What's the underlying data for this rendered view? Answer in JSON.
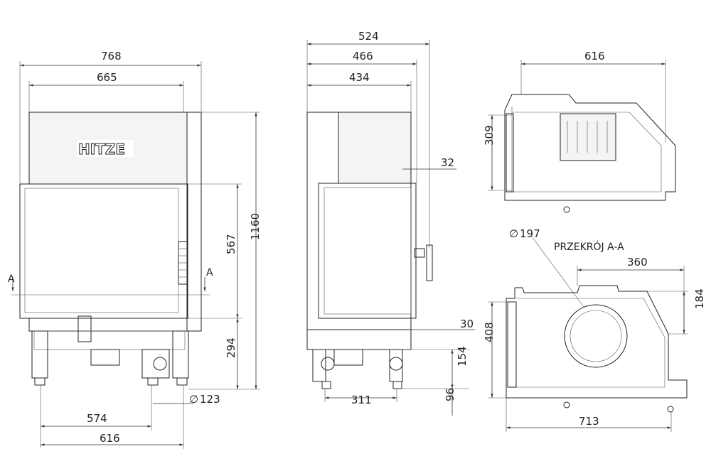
{
  "brand": {
    "logo_text": "HITZE"
  },
  "section_label": "PRZEKRÓJ A-A",
  "front_view": {
    "width_total": "768",
    "width_inner": "665",
    "height_total": "1160",
    "height_door": "567",
    "height_base": "294",
    "leg_diameter": "123",
    "leg_span_inner": "574",
    "leg_span_outer": "616",
    "section_marker": "A"
  },
  "side_view": {
    "depth_total": "524",
    "depth_mid": "466",
    "depth_inner": "434",
    "offset_top": "32",
    "offset_bottom": "30",
    "leg_span": "311",
    "height_154": "154",
    "height_96": "96"
  },
  "top_view": {
    "width": "616",
    "depth": "309"
  },
  "section_view": {
    "flue_diameter": "197",
    "flue_offset": "360",
    "flue_height": "184",
    "depth": "408",
    "width": "713"
  }
}
